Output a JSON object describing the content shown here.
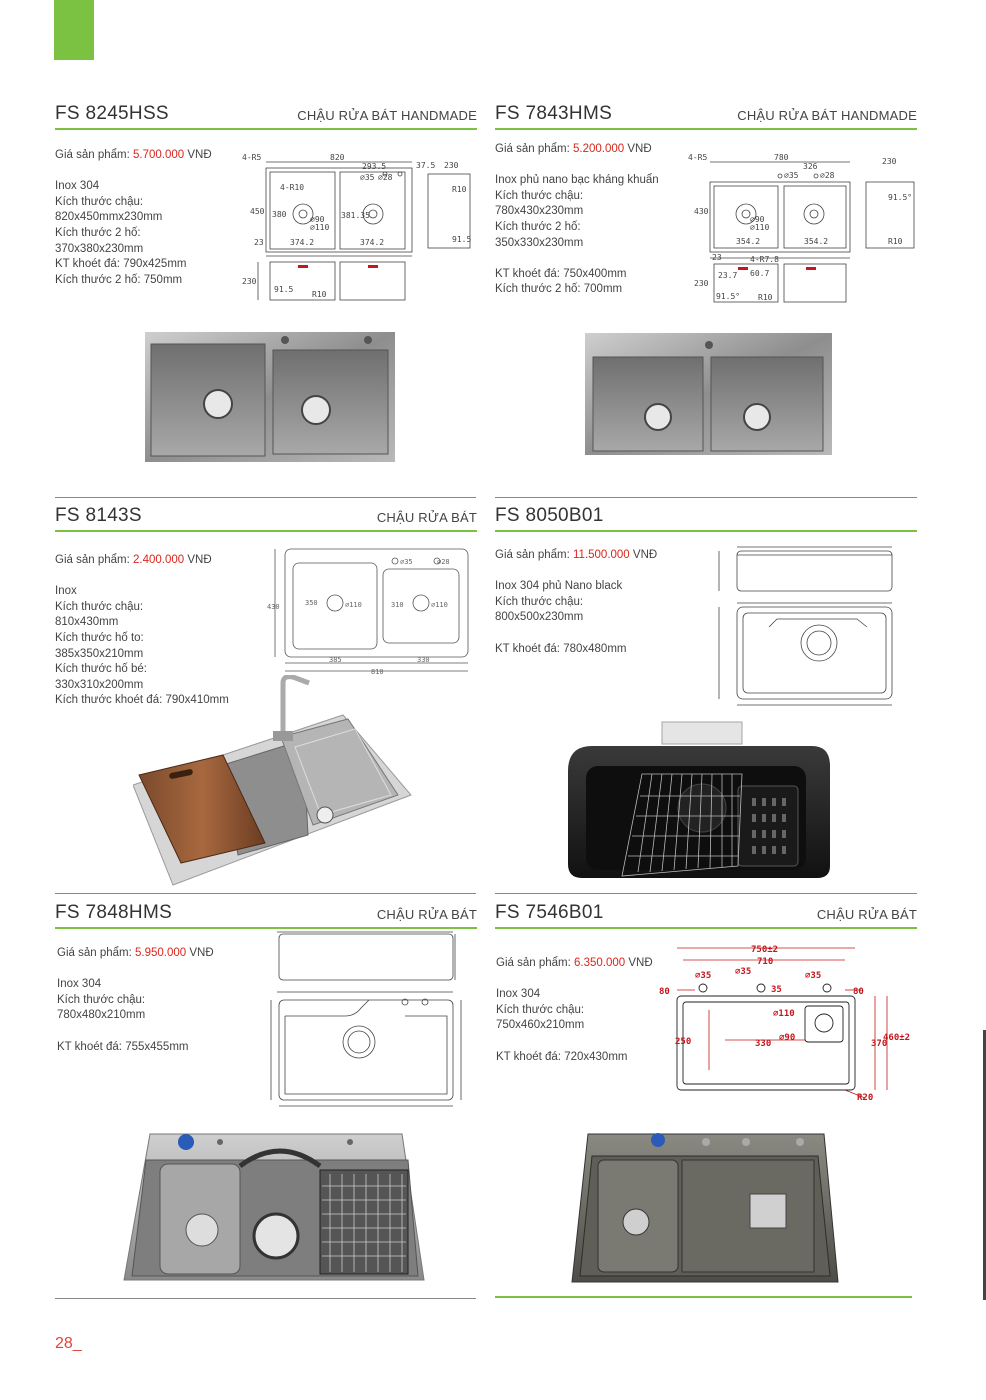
{
  "products": [
    {
      "code": "FS 8245HSS",
      "category": "CHẬU RỬA BÁT HANDMADE",
      "price_label": "Giá sản phẩm:",
      "price": "5.700.000",
      "currency": "VNĐ",
      "specs": [
        "Inox 304",
        "Kích thước chậu:",
        "820x450mmx230mm",
        "Kích thước 2 hố:",
        "370x380x230mm",
        "KT khoét đá: 790x425mm",
        "Kích thước 2 hố: 750mm"
      ]
    },
    {
      "code": "FS 7843HMS",
      "category": "CHẬU RỬA BÁT HANDMADE",
      "price_label": "Giá sản phẩm:",
      "price": "5.200.000",
      "currency": "VNĐ",
      "specs": [
        "Inox phủ nano bạc kháng khuẩn",
        "Kích thước chậu:",
        "780x430x230mm",
        "Kích thước 2 hố:",
        "350x330x230mm",
        "",
        "KT khoét đá: 750x400mm",
        "Kích thước 2 hố: 700mm"
      ]
    },
    {
      "code": "FS 8143S",
      "category": "CHẬU RỬA BÁT",
      "price_label": "Giá sản phẩm:",
      "price": "2.400.000",
      "currency": "VNĐ",
      "specs": [
        "Inox",
        "Kích thước chậu:",
        "810x430mm",
        "Kích thước hố to:",
        "385x350x210mm",
        "Kích thước hố bé:",
        "330x310x200mm",
        "Kích thước khoét đá: 790x410mm"
      ]
    },
    {
      "code": "FS 8050B01",
      "category": "",
      "price_label": "Giá sản phẩm:",
      "price": "11.500.000",
      "currency": "VNĐ",
      "specs": [
        "Inox 304 phủ Nano black",
        "Kích thước chậu:",
        "800x500x230mm",
        "",
        "KT khoét đá: 780x480mm"
      ]
    },
    {
      "code": "FS 7848HMS",
      "category": "CHẬU RỬA BÁT",
      "price_label": "Giá sản phẩm:",
      "price": "5.950.000",
      "currency": "VNĐ",
      "specs": [
        "Inox 304",
        "Kích thước chậu:",
        "780x480x210mm",
        "",
        "KT khoét đá: 755x455mm"
      ]
    },
    {
      "code": "FS 7546B01",
      "category": "CHẬU RỬA BÁT",
      "price_label": "Giá sản phẩm:",
      "price": "6.350.000",
      "currency": "VNĐ",
      "specs": [
        "Inox 304",
        "Kích thước chậu:",
        "750x460x210mm",
        "",
        "KT khoét đá: 720x430mm"
      ]
    }
  ],
  "drawings": {
    "d1": {
      "w": "820",
      "a": "293.5",
      "b": "37.5",
      "c": "230",
      "d": "4-R5",
      "e": "⌀35",
      "f": "⌀28",
      "g": "4-R10",
      "h": "450",
      "i": "380",
      "j": "374.2",
      "k": "23",
      "l": "91.5",
      "m": "R10",
      "n": "⌀90",
      "o": "⌀110",
      "p": "381.35"
    },
    "d2": {
      "w": "780",
      "a": "326",
      "c": "230",
      "d": "4-R5",
      "e": "⌀35",
      "f": "⌀28",
      "h": "430",
      "j": "354.2",
      "k": "23",
      "l": "91.5°",
      "m": "R10",
      "n": "⌀90",
      "o": "⌀110",
      "q": "4-R7.8",
      "r": "60.7",
      "s": "23.7"
    },
    "d3": {
      "a": "⌀35",
      "b": "⌀28",
      "c": "430",
      "d": "350",
      "e": "310",
      "f": "⌀110",
      "g": "385",
      "h": "330",
      "i": "810"
    },
    "d6": {
      "w": "750±2",
      "a": "710",
      "b": "⌀35",
      "c": "⌀35",
      "d": "⌀35",
      "e": "80",
      "f": "35",
      "g": "80",
      "h": "⌀110",
      "i": "⌀90",
      "j": "250",
      "k": "330",
      "l": "370",
      "m": "460±2",
      "n": "R20"
    }
  },
  "page_number": "28_",
  "colors": {
    "accent": "#7cc242",
    "price": "#d9261c",
    "dim_red": "#c4161c"
  }
}
